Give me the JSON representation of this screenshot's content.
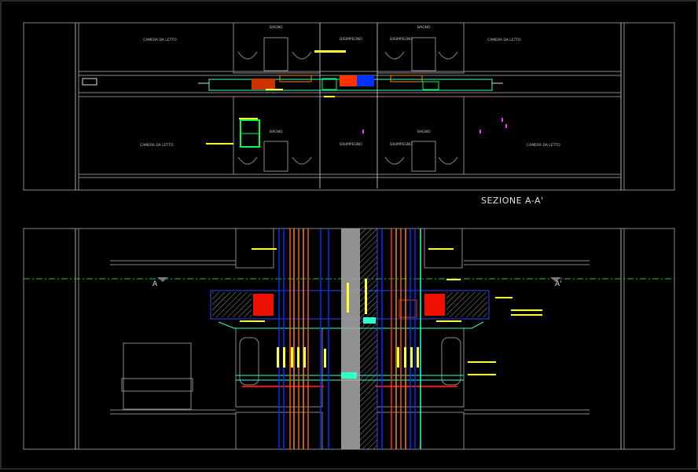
{
  "drawing": {
    "section_title": "SEZIONE A-A'",
    "section_marker_left": "A",
    "section_marker_right": "A'",
    "colors": {
      "background": "#000000",
      "walls": "#8a8a8a",
      "annotation": "#ffff33",
      "supply": "#ff3300",
      "return": "#0033ff",
      "green": "#00ff44",
      "cyan": "#33ffcc",
      "magenta": "#ff33ff",
      "orange": "#ff8800"
    },
    "rooms": {
      "camera_tl": "CAMERA DA LETTO",
      "camera_tr": "CAMERA DA LETTO",
      "camera_bl": "CAMERA DA LETTO",
      "camera_br": "CAMERA DA LETTO",
      "bagno_1": "BAGNO",
      "bagno_2": "BAGNO",
      "bagno_3": "BAGNO",
      "bagno_4": "BAGNO",
      "disimpegno_1": "DISIMPEGNO",
      "disimpegno_2": "DISIMPEGNO",
      "disimpegno_3": "DISIMPEGNO",
      "disimpegno_4": "DISIMPEGNO"
    }
  }
}
